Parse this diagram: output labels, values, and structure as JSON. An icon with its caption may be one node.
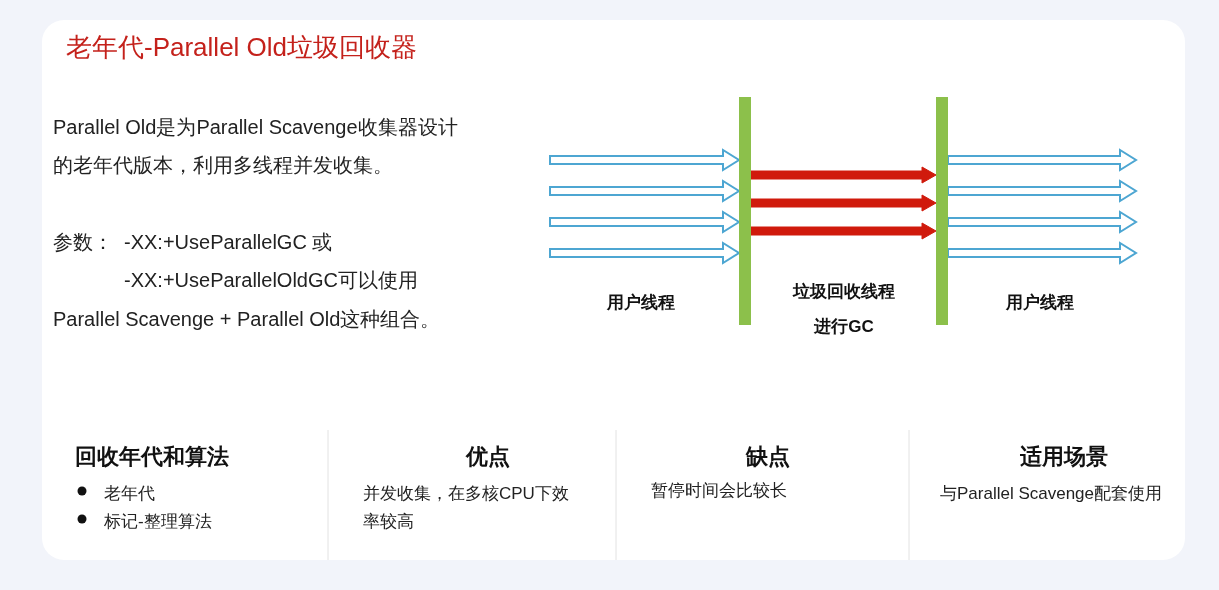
{
  "diagram": {
    "title": "老年代-Parallel Old垃圾回收器",
    "nodes": [
      {
        "text": [],
        "shape": "bar"
      },
      {
        "text": [],
        "shape": "bar"
      }
    ],
    "edges": [
      {
        "from": null,
        "to": 0,
        "arrow": "to"
      },
      {
        "from": null,
        "to": 0,
        "arrow": "to"
      },
      {
        "from": null,
        "to": 0,
        "arrow": "to"
      },
      {
        "from": null,
        "to": 0,
        "arrow": "to"
      },
      {
        "from": 0,
        "to": 1,
        "arrow": "to",
        "style": "thick",
        "color": "#d01a0c"
      },
      {
        "from": 0,
        "to": 1,
        "arrow": "to",
        "style": "thick",
        "color": "#d01a0c"
      },
      {
        "from": 0,
        "to": 1,
        "arrow": "to",
        "style": "thick",
        "color": "#d01a0c"
      },
      {
        "from": 1,
        "to": null,
        "arrow": "to"
      },
      {
        "from": 1,
        "to": null,
        "arrow": "to"
      },
      {
        "from": 1,
        "to": null,
        "arrow": "to"
      },
      {
        "from": 1,
        "to": null,
        "arrow": "to"
      }
    ],
    "labels": [
      "Parallel Old是为Parallel Scavenge收集器设计的老年代版本，利用多线程并发收集。",
      "参数：",
      "-XX:+UseParallelGC 或",
      "-XX:+UseParallelOldGC可以使用",
      "Parallel Scavenge + Parallel Old这种组合。",
      "用户线程",
      "垃圾回收线程",
      "进行GC",
      "用户线程",
      "回收年代和算法",
      "优点",
      "缺点",
      "适用场景",
      "老年代",
      "标记-整理算法",
      "并发收集，在多核CPU下效率较高",
      "暂停时间会比较长",
      "与Parallel Scavenge配套使用"
    ]
  }
}
